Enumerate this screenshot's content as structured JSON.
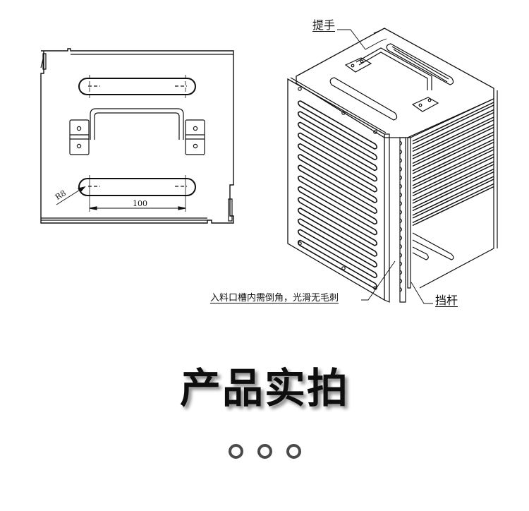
{
  "labels": {
    "handle": "提手",
    "slot_note": "入料口槽内需倒角，光滑无毛刺",
    "stop_bar": "挡杆"
  },
  "dimensions": {
    "radius": "R8",
    "slot_length": "100"
  },
  "section": {
    "title": "产品实拍"
  },
  "pager": {
    "count": 3
  },
  "colors": {
    "background": "#ffffff",
    "line": "#111111",
    "dot": "#4a4a4a"
  }
}
